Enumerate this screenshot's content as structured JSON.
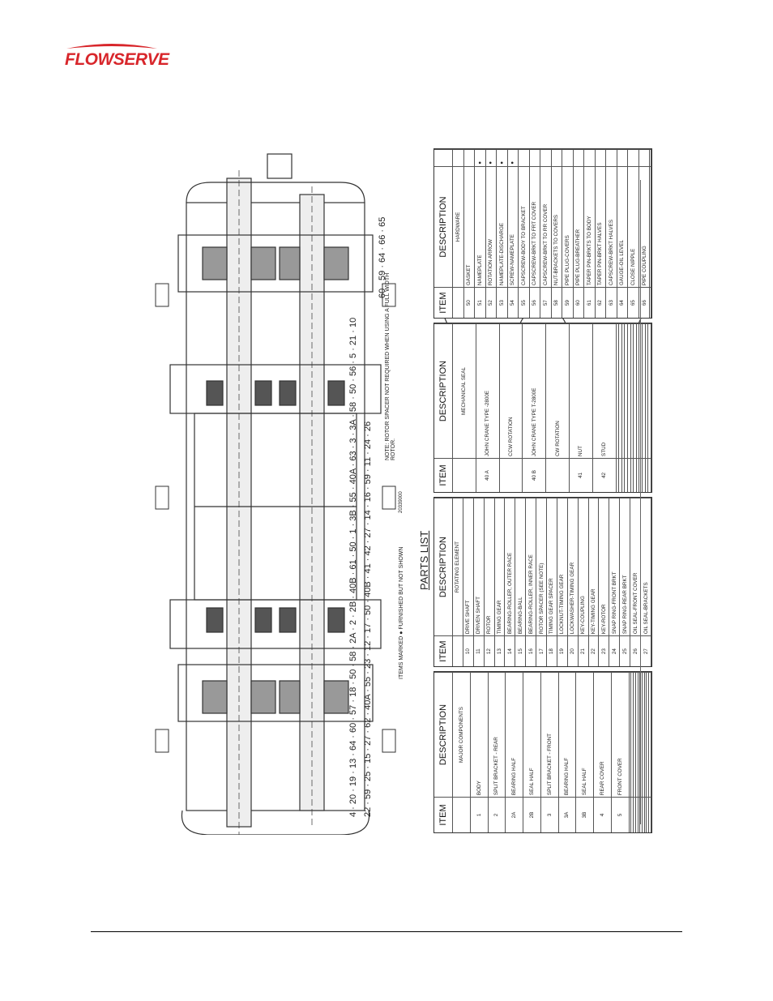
{
  "header": {
    "logo_text": "FLOWSERVE",
    "logo_color": "#d8262b"
  },
  "drawing": {
    "callouts_top": [
      "4",
      "20",
      "19",
      "13",
      "64",
      "60",
      "57",
      "18",
      "50",
      "58",
      "2A",
      "2",
      "2B",
      "40B",
      "61",
      "50",
      "1",
      "3B",
      "55",
      "40A",
      "63",
      "3",
      "3A",
      "58",
      "50",
      "56",
      "5",
      "21",
      "10"
    ],
    "callouts_bottom": [
      "22",
      "59",
      "25",
      "15",
      "27",
      "62",
      "40A",
      "55",
      "23",
      "12",
      "17",
      "50",
      "40B",
      "41",
      "42",
      "27",
      "14",
      "16",
      "59",
      "11",
      "24",
      "26"
    ],
    "end_view_callouts": [
      "60",
      "59",
      "64",
      "66",
      "65"
    ],
    "note": "NOTE: ROTOR SPACER NOT REQUIRED WHEN USING A FULL WIDTH ROTOR.",
    "parts_list_title": "PARTS LIST",
    "legend": "ITEMS MARKED  ●  FURNISHED BUT NOT SHOWN",
    "drawing_number": "20339000"
  },
  "tables": {
    "headers": {
      "item": "ITEM",
      "description": "DESCRIPTION"
    },
    "t1": {
      "subheading": "MAJOR COMPONENTS",
      "rows": [
        [
          "1",
          "BODY"
        ],
        [
          "2",
          "SPLIT BRACKET - REAR"
        ],
        [
          "2A",
          "BEARING HALF"
        ],
        [
          "2B",
          "SEAL HALF"
        ],
        [
          "3",
          "SPLIT BRACKET - FRONT"
        ],
        [
          "3A",
          "BEARING HALF"
        ],
        [
          "3B",
          "SEAL HALF"
        ],
        [
          "4",
          "REAR COVER"
        ],
        [
          "5",
          "FRONT COVER"
        ]
      ]
    },
    "t2": {
      "subheading": "ROTATING ELEMENT",
      "rows": [
        [
          "10",
          "DRIVE SHAFT"
        ],
        [
          "11",
          "DRIVEN SHAFT"
        ],
        [
          "12",
          "ROTOR"
        ],
        [
          "13",
          "TIMING GEAR"
        ],
        [
          "14",
          "BEARING-ROLLER, OUTER RACE"
        ],
        [
          "15",
          "BEARING-BALL"
        ],
        [
          "16",
          "BEARING-ROLLER, INNER RACE"
        ],
        [
          "17",
          "ROTOR SPACER (SEE NOTE)"
        ],
        [
          "18",
          "TIMING GEAR SPACER"
        ],
        [
          "19",
          "LOCKNUT-TIMING GEAR"
        ],
        [
          "20",
          "LOCKWASHER-TIMING GEAR"
        ],
        [
          "21",
          "KEY-COUPLING"
        ],
        [
          "22",
          "KEY-TIMING GEAR"
        ],
        [
          "23",
          "KEY-ROTOR"
        ],
        [
          "24",
          "SNAP RING-FRONT BRKT"
        ],
        [
          "25",
          "SNAP RING-REAR BRKT"
        ],
        [
          "26",
          "OIL SEAL-FRONT COVER"
        ],
        [
          "27",
          "OIL SEAL-BRACKETS"
        ]
      ]
    },
    "t3": {
      "subheading": "MECHANICAL SEAL",
      "rows": [
        [
          "40 A",
          "JOHN CRANE TYPE -2800E"
        ],
        [
          "",
          "CCW ROTATION"
        ],
        [
          "40 B",
          "JOHN CRANE TYPE T-2800E"
        ],
        [
          "",
          "CW ROTATION"
        ],
        [
          "41",
          "NUT"
        ],
        [
          "42",
          "STUD"
        ]
      ]
    },
    "t4": {
      "subheading": "HARDWARE",
      "rows": [
        [
          "50",
          "GASKET",
          ""
        ],
        [
          "51",
          "NAMEPLATE",
          "●"
        ],
        [
          "52",
          "ROTATION ARROW",
          "●"
        ],
        [
          "53",
          "NAMEPLATE-DISCHARGE",
          "●"
        ],
        [
          "54",
          "SCREW-NAMEPLATE",
          "●"
        ],
        [
          "55",
          "CAPSCREW-BODY TO BRACKET",
          ""
        ],
        [
          "56",
          "CAPSCREW-BRKT TO FRT COVER",
          ""
        ],
        [
          "57",
          "CAPSCREW-BRKT TO RR COVER",
          ""
        ],
        [
          "58",
          "NUT-BRACKETS TO COVERS",
          ""
        ],
        [
          "59",
          "PIPE PLUG-COVERS",
          ""
        ],
        [
          "60",
          "PIPE PLUG-BREATHER",
          ""
        ],
        [
          "61",
          "TAPER PIN-BRKTS TO BODY",
          ""
        ],
        [
          "62",
          "TAPER PIN-BRKT HALVES",
          ""
        ],
        [
          "63",
          "CAPSCREW-BRKT HALVES",
          ""
        ],
        [
          "64",
          "GAUGE-OIL LEVEL",
          ""
        ],
        [
          "65",
          "CLOSE NIPPLE",
          ""
        ],
        [
          "66",
          "PIPE COUPLING",
          ""
        ]
      ]
    }
  }
}
